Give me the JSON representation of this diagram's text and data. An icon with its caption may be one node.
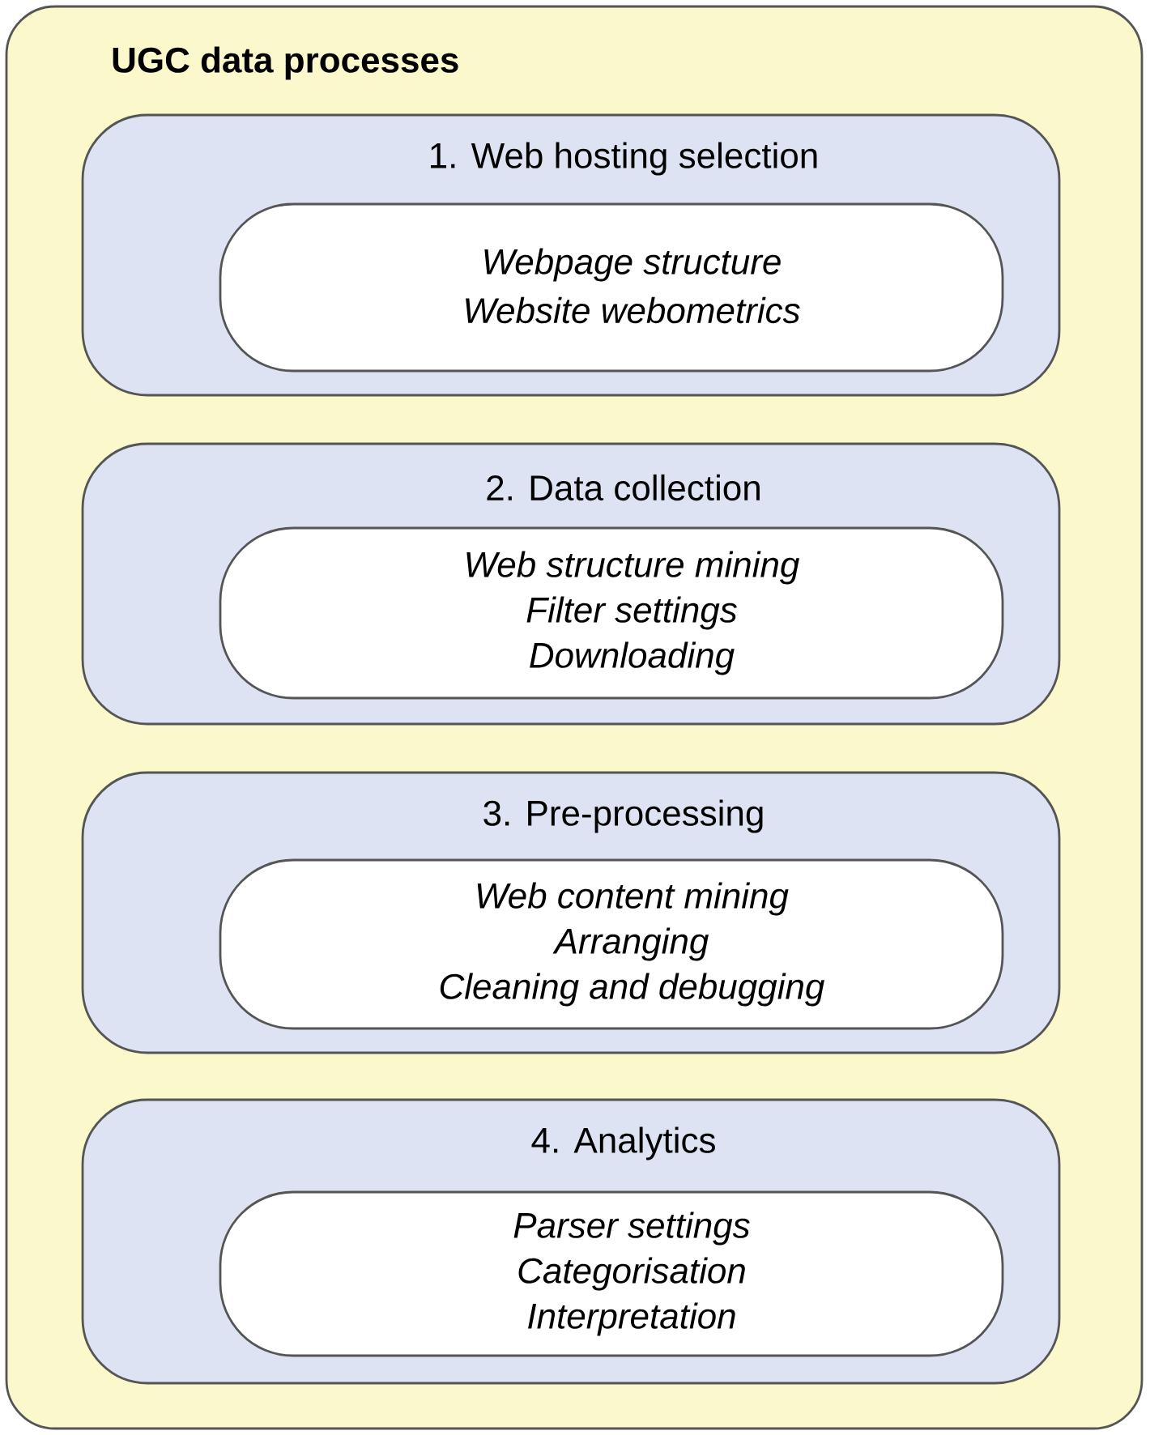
{
  "diagram": {
    "nodes": [
      {
        "text": [
          "UGC data processes"
        ]
      },
      {
        "text": [
          "1. Web hosting selection"
        ],
        "in": 0
      },
      {
        "text": [
          "Webpage structure",
          "Website webometrics"
        ],
        "in": 1
      },
      {
        "text": [
          "2. Data collection"
        ],
        "in": 0
      },
      {
        "text": [
          "Web structure mining",
          "Filter settings",
          "Downloading"
        ],
        "in": 3
      },
      {
        "text": [
          "3. Pre-processing"
        ],
        "in": 0
      },
      {
        "text": [
          "Web content mining",
          "Arranging",
          "Cleaning and debugging"
        ],
        "in": 5
      },
      {
        "text": [
          "4. Analytics"
        ],
        "in": 0
      },
      {
        "text": [
          "Parser settings",
          "Categorisation",
          "Interpretation"
        ],
        "in": 7
      }
    ]
  }
}
